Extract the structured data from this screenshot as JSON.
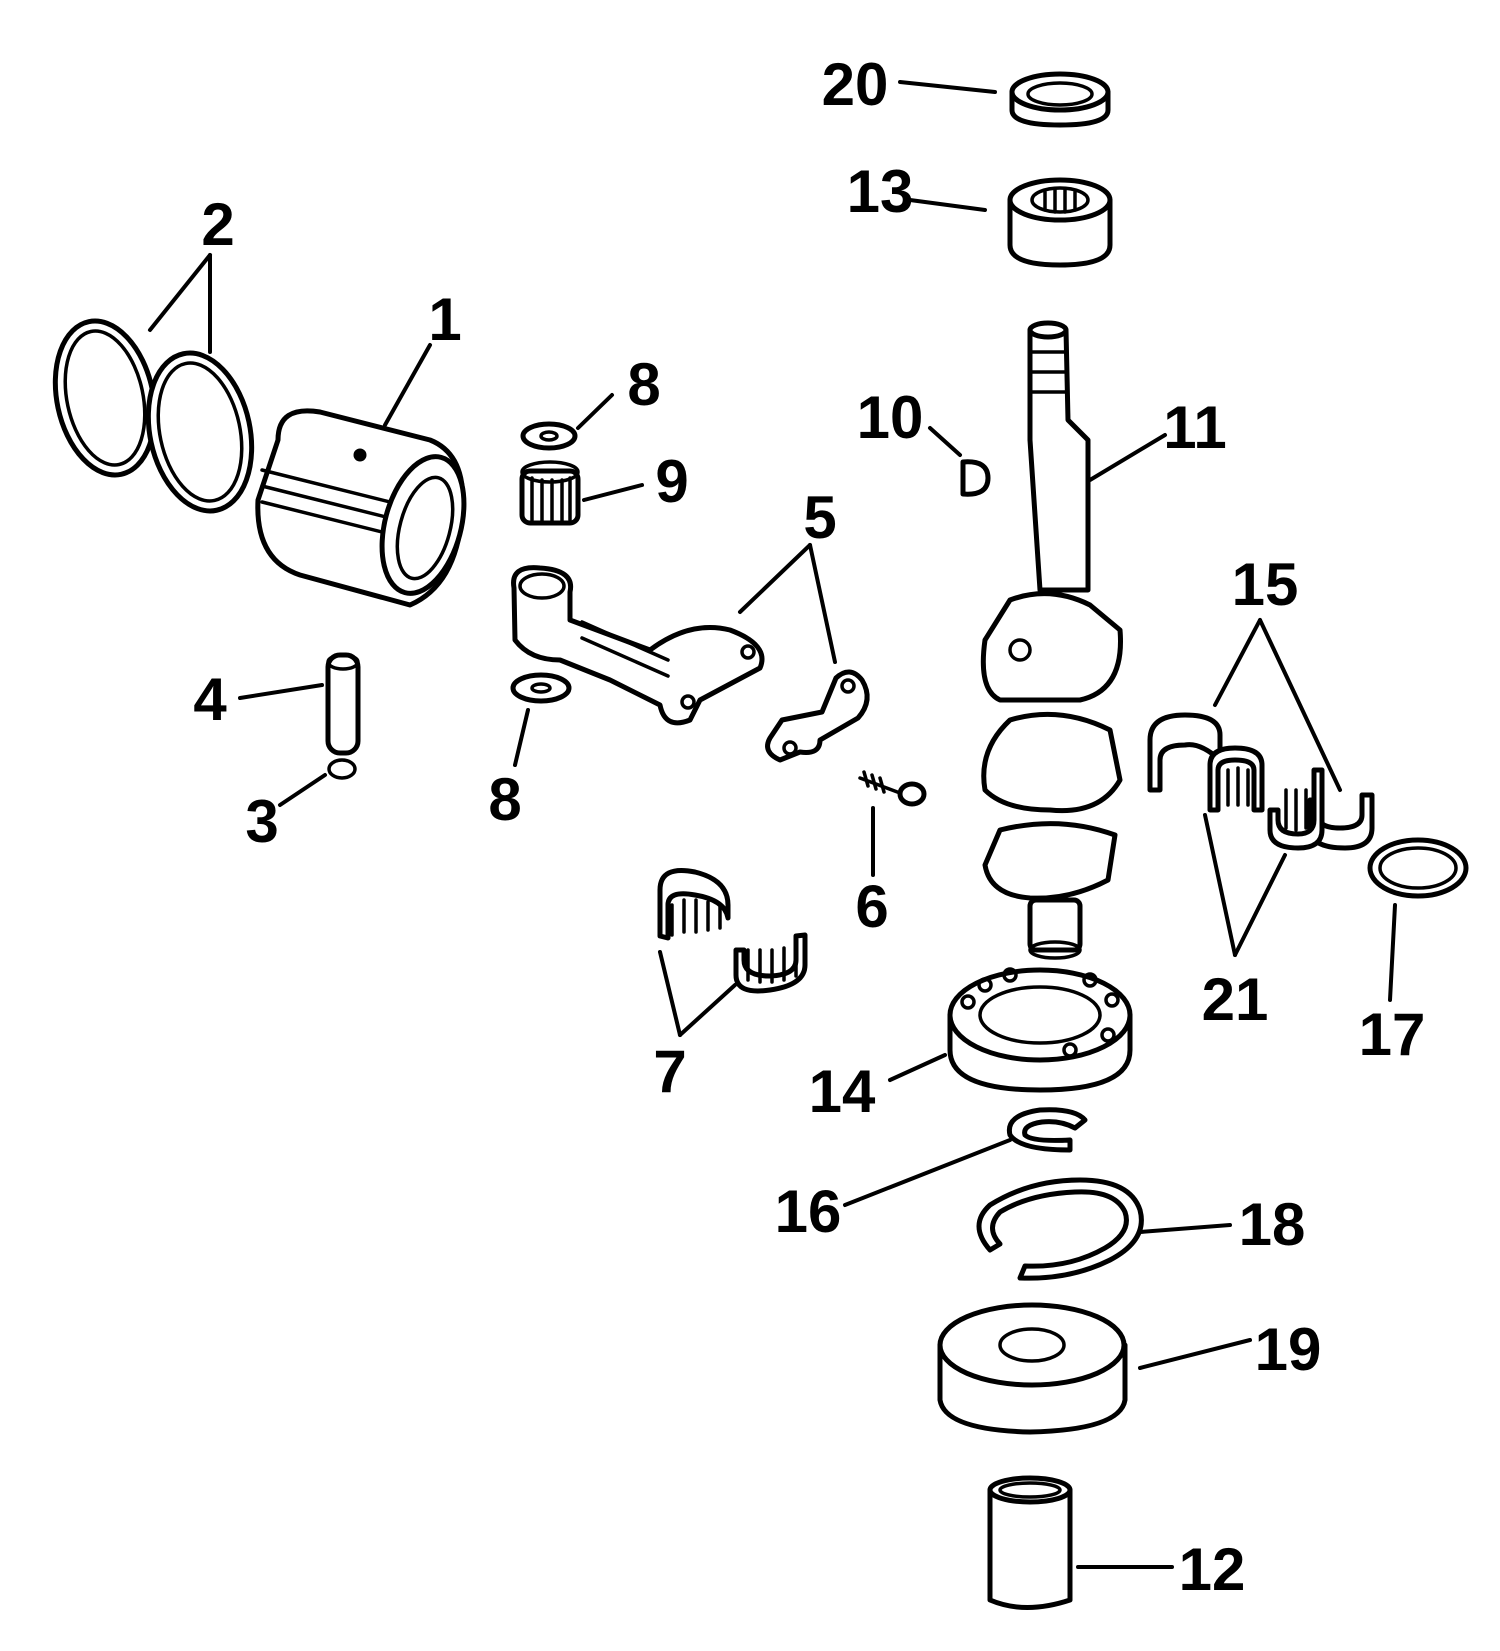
{
  "callouts": [
    "1",
    "2",
    "3",
    "4",
    "5",
    "6",
    "7",
    "8",
    "8",
    "9",
    "10",
    "11",
    "12",
    "13",
    "14",
    "15",
    "16",
    "17",
    "18",
    "19",
    "20",
    "21"
  ],
  "colors": {
    "line": "#000000",
    "background": "#ffffff"
  }
}
